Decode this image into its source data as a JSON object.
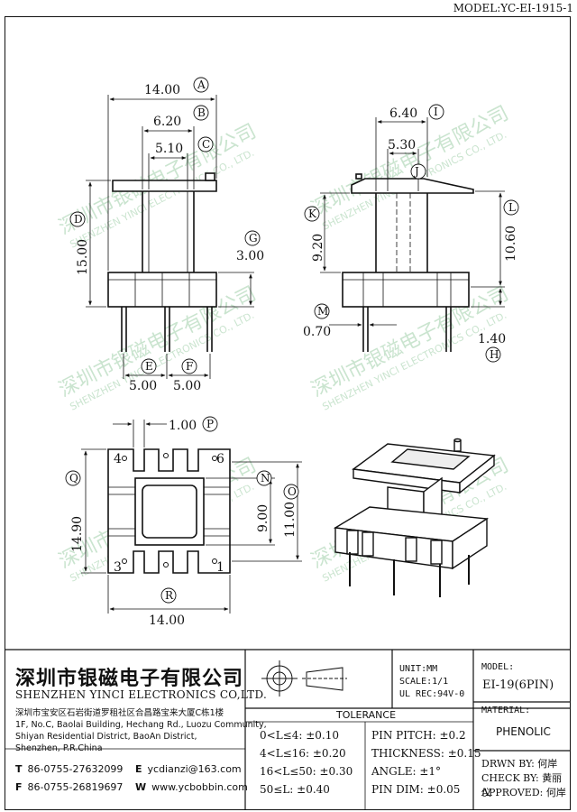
{
  "header": {
    "model_tag": "MODEL:YC-EI-1915-1"
  },
  "dims": {
    "front_width": "14.00",
    "front_inner": "6.20",
    "front_core": "5.10",
    "front_height": "15.00",
    "front_base": "3.00",
    "pin_e": "5.00",
    "pin_f": "5.00",
    "side_top": "6.40",
    "side_core": "5.30",
    "side_k": "9.20",
    "side_l": "10.60",
    "side_m": "0.70",
    "side_h": "1.40",
    "top_pitch": "1.00",
    "top_q": "14.90",
    "top_n": "9.00",
    "top_o": "11.00",
    "top_r": "14.00"
  },
  "circles": {
    "A": "A",
    "B": "B",
    "C": "C",
    "D": "D",
    "E": "E",
    "F": "F",
    "G": "G",
    "H": "H",
    "I": "I",
    "J": "J",
    "K": "K",
    "L": "L",
    "M": "M",
    "N": "N",
    "O": "O",
    "P": "P",
    "Q": "Q",
    "R": "R"
  },
  "pins": {
    "p4": "4",
    "p6": "6",
    "p3": "3",
    "p1": "1"
  },
  "watermark": {
    "cn": "深圳市银磁电子有限公司",
    "en": "SHENZHEN YINCI ELECTRONICS CO., LTD."
  },
  "title_block": {
    "company_cn": "深圳市银磁电子有限公司",
    "company_en": "SHENZHEN YINCI ELECTRONICS CO,LTD.",
    "address_cn": "深圳市宝安区石岩街道罗租社区合昌路宝来大厦C栋1楼",
    "address_en1": "1F, No.C, Baolai Building, Hechang Rd., Luozu Community,",
    "address_en2": "Shiyan Residential District, BaoAn District,",
    "address_en3": "Shenzhen, P.R.China",
    "tel_label": "T",
    "tel": "86-0755-27632099",
    "fax_label": "F",
    "fax": "86-0755-26819697",
    "email_label": "E",
    "email": "ycdianzi@163.com",
    "web_label": "W",
    "web": "www.ycbobbin.com",
    "unit": "UNIT:MM",
    "scale": "SCALE:1/1",
    "ul": "UL REC:94V-0",
    "model_label": "MODEL:",
    "model_value": "EI-19(6PIN)",
    "material_label": "MATERIAL:",
    "material_value": "PHENOLIC",
    "tolerance_title": "TOLERANCE",
    "tol1": "0<L≤4: ±0.10",
    "tol2": "4<L≤16: ±0.20",
    "tol3": "16<L≤50: ±0.30",
    "tol4": "50≤L: ±0.40",
    "pitch": "PIN PITCH: ±0.2",
    "thickness": "THICKNESS: ±0.15",
    "angle": "ANGLE: ±1°",
    "pindim": "PIN DIM: ±0.05",
    "drawn": "DRWN BY: 何岸",
    "check": "CHECK BY: 黄丽仪",
    "approved": "APPROVED: 何岸"
  }
}
